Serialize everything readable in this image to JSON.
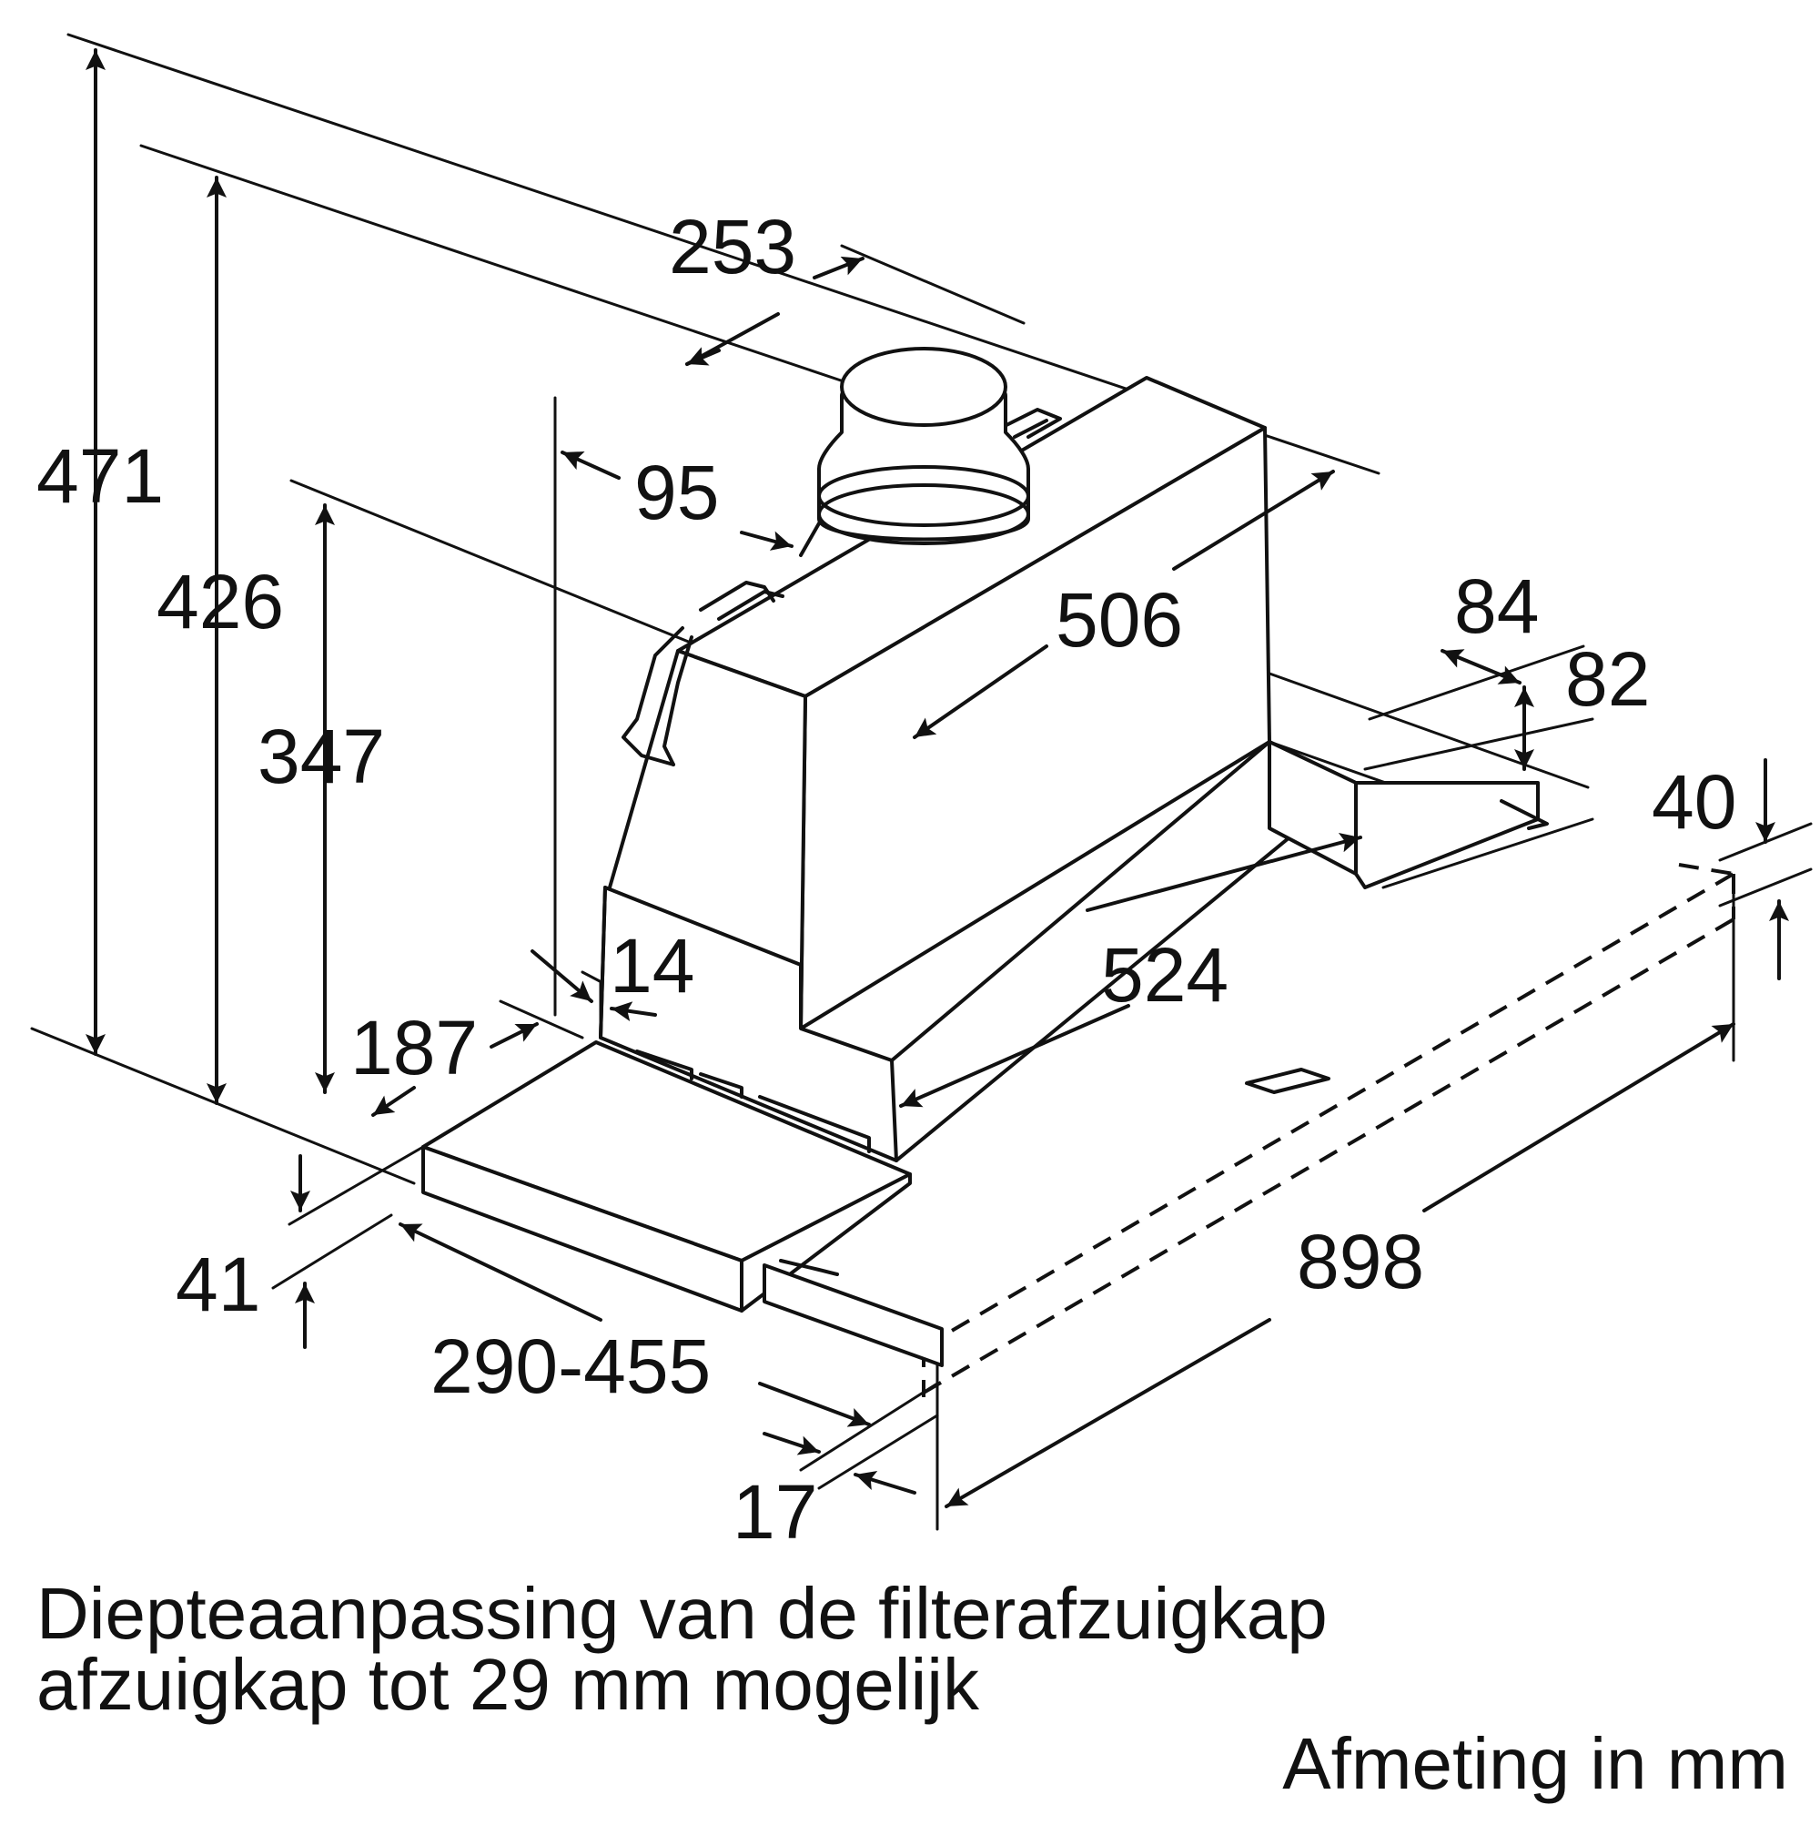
{
  "diagram": {
    "dimensions": {
      "total_height": "471",
      "height_426": "426",
      "height_347": "347",
      "top_width": "253",
      "offset_95": "95",
      "depth_506": "506",
      "width_84": "84",
      "height_82": "82",
      "height_40": "40",
      "offset_14": "14",
      "depth_187": "187",
      "length_524": "524",
      "width_898": "898",
      "height_41": "41",
      "range_depth": "290-455",
      "thickness_17": "17"
    },
    "caption_line1": "Diepteaanpassing van de filterafzuigkap",
    "caption_line2": "afzuigkap tot 29 mm mogelijk",
    "unit_note": "Afmeting in mm"
  }
}
